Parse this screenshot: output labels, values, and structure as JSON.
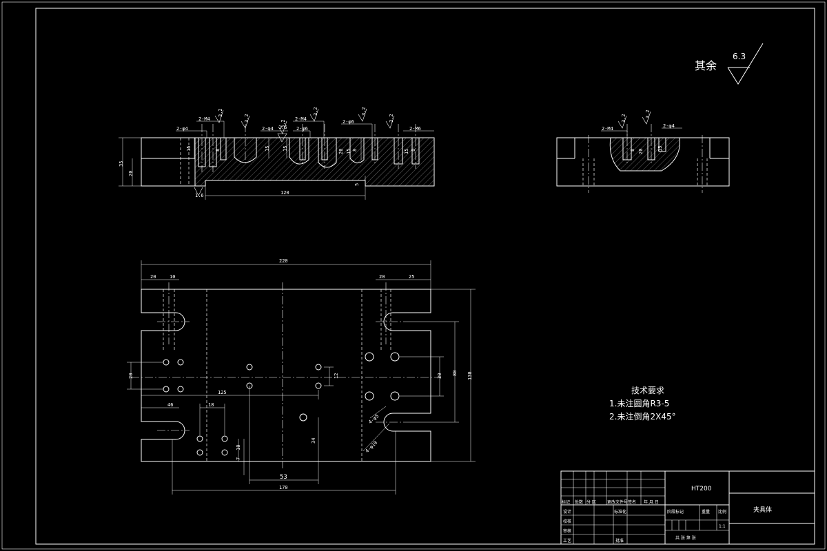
{
  "roughness": {
    "label": "其余",
    "value": "6.3"
  },
  "technical_requirements": {
    "heading": "技术要求",
    "items": [
      "1.未注圆角R3-5",
      "2.未注倒角2X45°"
    ]
  },
  "section_view_left": {
    "callouts": [
      "2-φ4",
      "2-M4",
      "2-φ4",
      "2-φ6",
      "2-M4",
      "2-φ6",
      "2-M6"
    ],
    "roughness_marks": [
      "3.2",
      "3.2",
      "3.2",
      "3.2",
      "3.2",
      "3.2",
      "1.6",
      "1.6"
    ],
    "dimensions": [
      "35",
      "20",
      "15",
      "15",
      "15",
      "15",
      "15",
      "20",
      "8",
      "8",
      "8",
      "5",
      "120"
    ]
  },
  "section_view_right": {
    "callouts": [
      "2-M4",
      "2-φ4"
    ],
    "roughness_marks": [
      "3.2",
      "3.2"
    ],
    "dimensions": [
      "20",
      "15",
      "8"
    ]
  },
  "plan_view": {
    "dimensions": [
      "220",
      "20",
      "10",
      "20",
      "25",
      "130",
      "80",
      "30",
      "20",
      "12",
      "125",
      "46",
      "18",
      "34",
      "10",
      "7",
      "53",
      "170"
    ],
    "hole_callouts": [
      "4-φ5",
      "4-φ10"
    ]
  },
  "title_block": {
    "material": "HT200",
    "part_name": "夹具体",
    "scale": "1:1",
    "labels": {
      "mark": "标记",
      "count": "处数",
      "zone": "分 区",
      "doc_no": "更改文件号",
      "sign": "签名",
      "date": "年.月.日",
      "design": "设计",
      "std": "标准化",
      "check": "校核",
      "review": "审核",
      "process": "工艺",
      "approve": "批准",
      "stage_mark": "阶段标记",
      "weight": "重量",
      "scale_label": "比例",
      "sheets": "共 张 第 张"
    }
  }
}
